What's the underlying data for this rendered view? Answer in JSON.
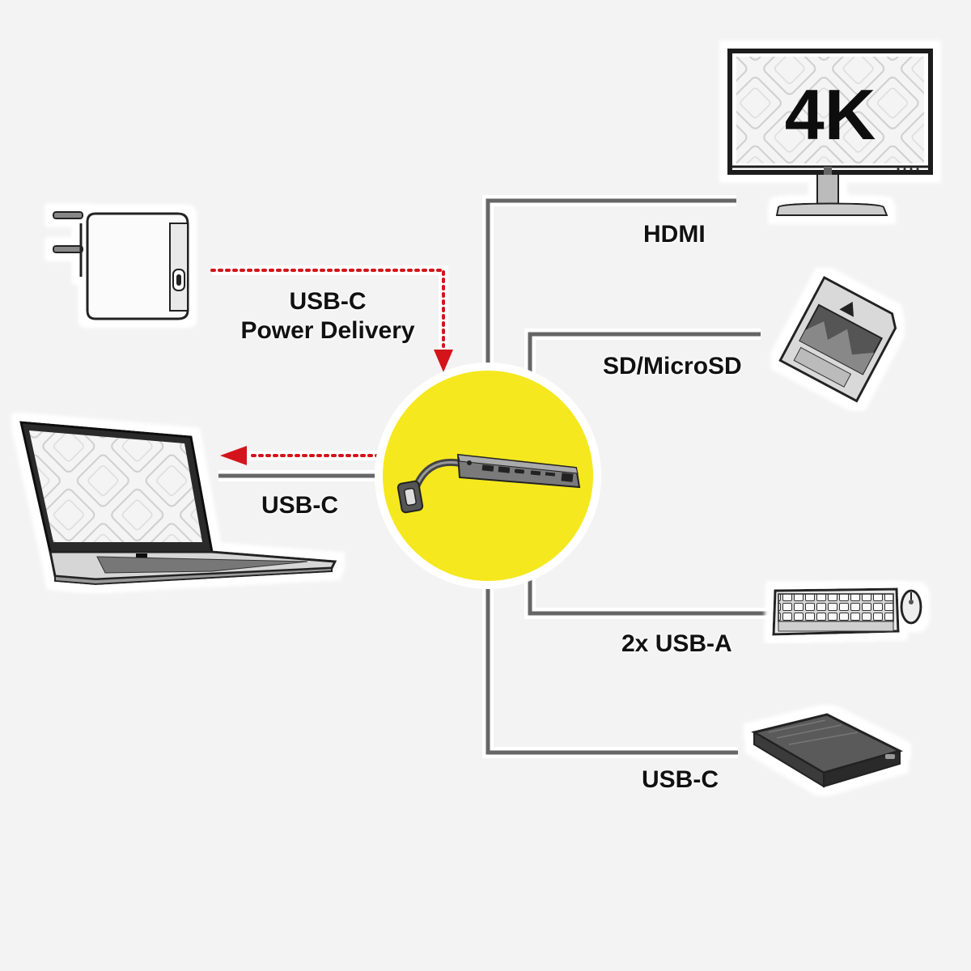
{
  "monitor": {
    "screen_text": "4K"
  },
  "labels": {
    "hdmi": "HDMI",
    "sd": "SD/MicroSD",
    "usb_a": "2x USB-A",
    "usb_c_storage": "USB-C",
    "usb_c_power_line1": "USB-C",
    "usb_c_power_line2": "Power Delivery",
    "usb_c_laptop": "USB-C"
  },
  "colors": {
    "background": "#f3f3f3",
    "hub_circle": "#f5e81e",
    "connector_line": "#666666",
    "power_arrow": "#d4141a"
  }
}
